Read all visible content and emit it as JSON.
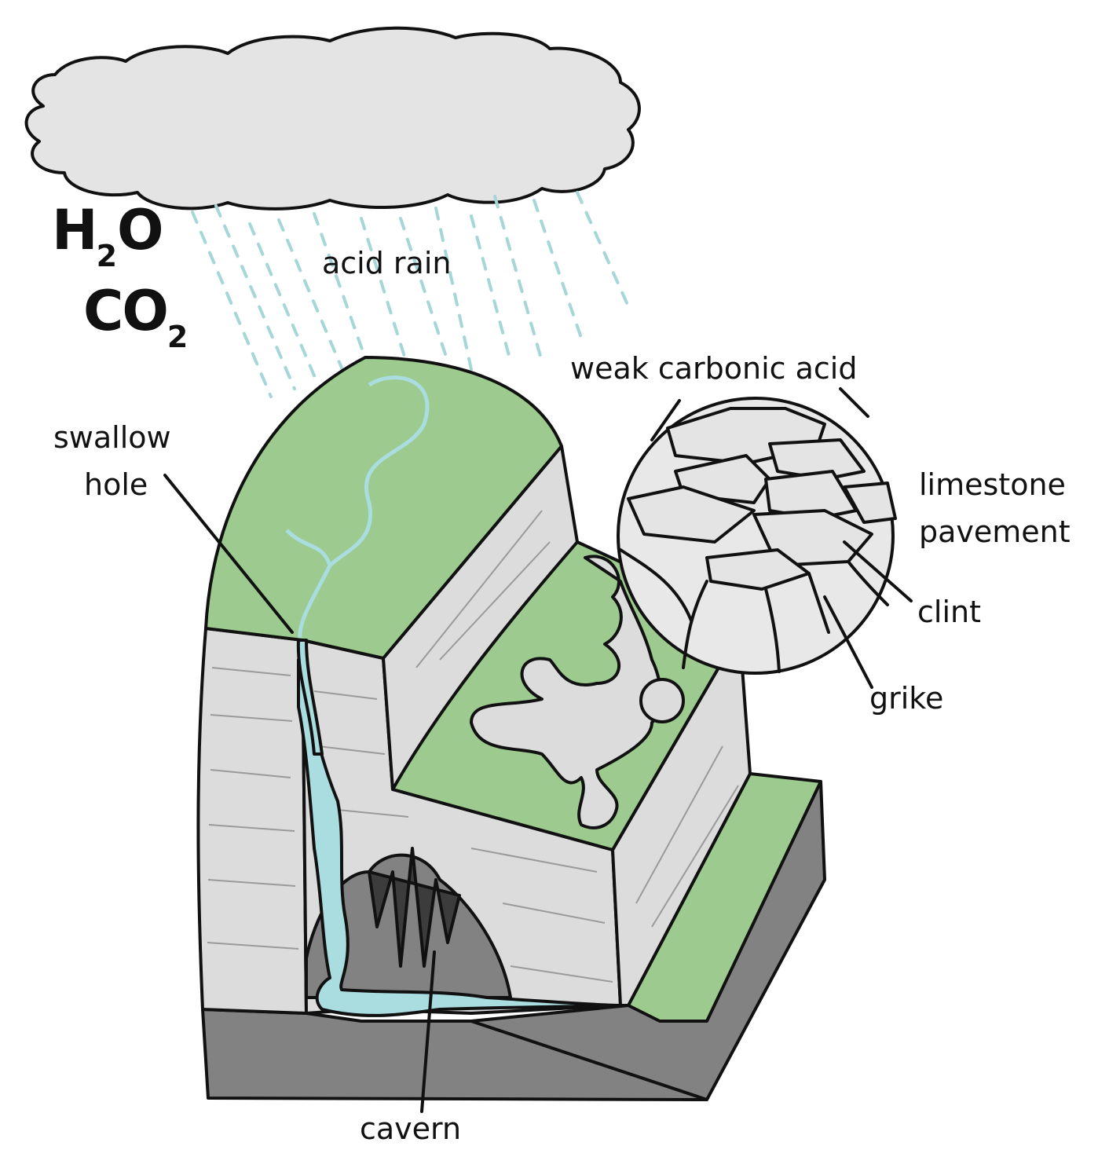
{
  "formulas": {
    "water": {
      "main": "H",
      "sub": "2",
      "end": "O"
    },
    "carbon_dioxide": {
      "main": "CO",
      "sub": "2"
    }
  },
  "labels": {
    "acid_rain": "acid rain",
    "weak_carbonic_acid": "weak carbonic acid",
    "swallow_hole_1": "swallow",
    "swallow_hole_2": "hole",
    "limestone_pavement_1": "limestone",
    "limestone_pavement_2": "pavement",
    "clint": "clint",
    "grike": "grike",
    "cavern": "cavern"
  },
  "colors": {
    "cloud": "#e4e4e4",
    "grass": "#9dca8f",
    "limestone": "#dcdcdc",
    "bedrock": "#828282",
    "water": "#a9dde0",
    "rain": "#a6d7d8",
    "cave_dark": "#3c3c3c"
  }
}
